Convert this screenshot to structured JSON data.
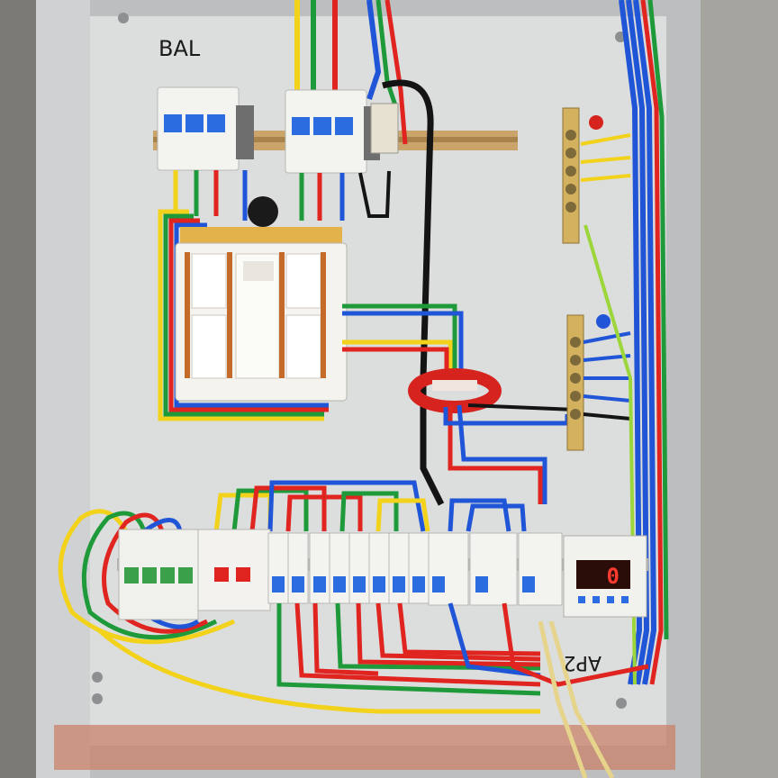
{
  "photo": {
    "handwritten_top_label": "BAL",
    "handwritten_bottom_label": "AP2",
    "meter_display": "0",
    "colors": {
      "panel": "#d9dadb",
      "enclosure": "#b9bbbc",
      "rail": "#c9a66b",
      "wire_yellow": "#f2d21b",
      "wire_green": "#1f9a3a",
      "wire_red": "#e0241f",
      "wire_blue": "#1f55d6",
      "wire_black": "#141414",
      "breaker_body": "#f3f3f0",
      "breaker_toggle": "#2b6de0",
      "ct_ring": "#d6231d",
      "meter_lcd": "#ff3b2f"
    }
  }
}
